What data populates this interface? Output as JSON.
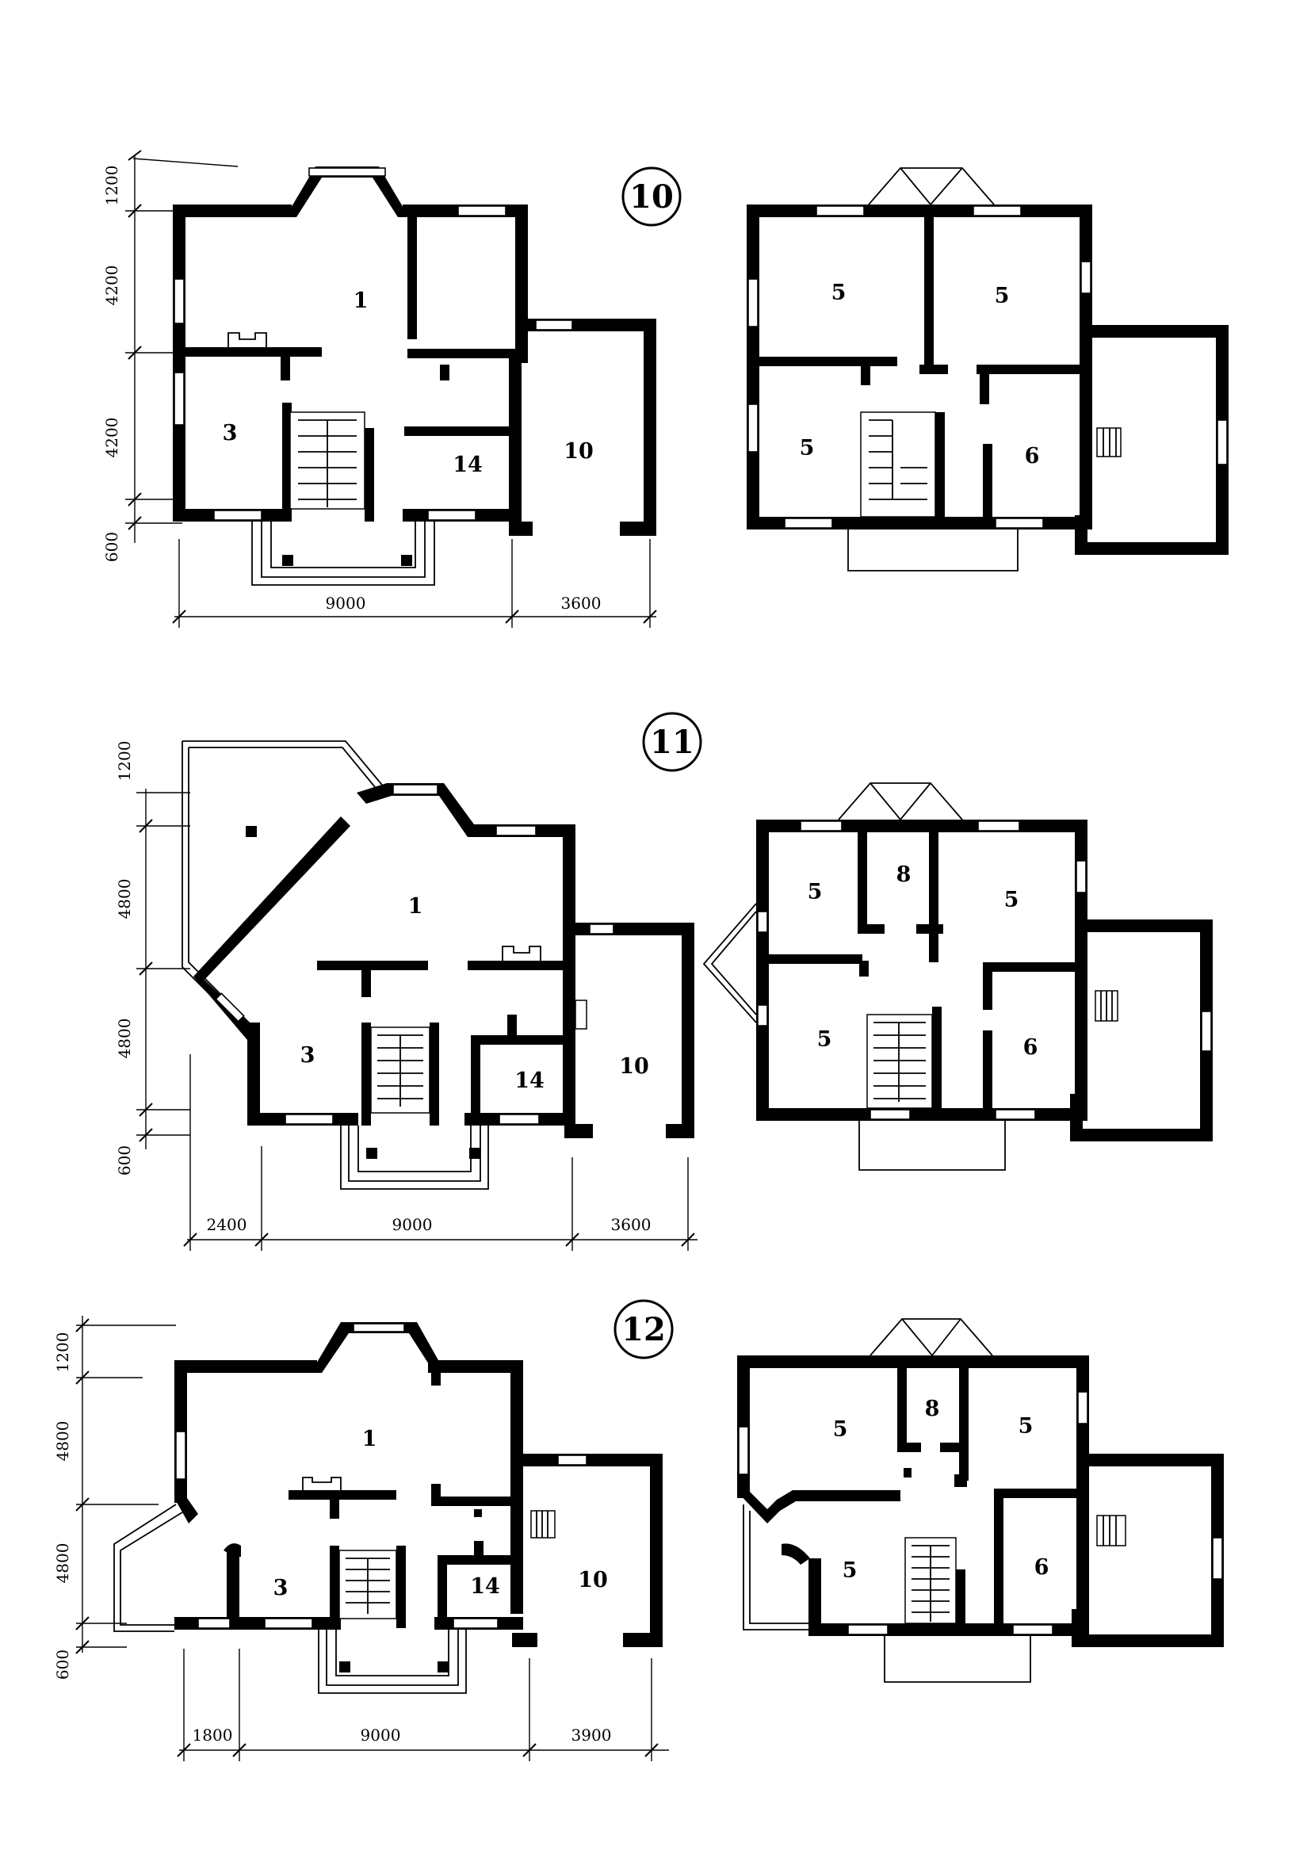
{
  "variants": [
    {
      "badge": "10",
      "ground_floor": {
        "rooms": [
          "1",
          "3",
          "14",
          "10"
        ],
        "dims_vertical": [
          "1200",
          "4200",
          "4200",
          "600"
        ],
        "dims_horizontal": [
          "9000",
          "3600"
        ]
      },
      "upper_floor": {
        "rooms": [
          "5",
          "5",
          "5",
          "6"
        ]
      }
    },
    {
      "badge": "11",
      "ground_floor": {
        "rooms": [
          "1",
          "3",
          "14",
          "10"
        ],
        "dims_vertical": [
          "1200",
          "4800",
          "4800",
          "600"
        ],
        "dims_horizontal": [
          "2400",
          "9000",
          "3600"
        ]
      },
      "upper_floor": {
        "rooms": [
          "5",
          "8",
          "5",
          "5",
          "6"
        ]
      }
    },
    {
      "badge": "12",
      "ground_floor": {
        "rooms": [
          "1",
          "3",
          "14",
          "10"
        ],
        "dims_vertical": [
          "1200",
          "4800",
          "4800",
          "600"
        ],
        "dims_horizontal": [
          "1800",
          "9000",
          "3900"
        ]
      },
      "upper_floor": {
        "rooms": [
          "5",
          "8",
          "5",
          "5",
          "6"
        ]
      }
    }
  ]
}
